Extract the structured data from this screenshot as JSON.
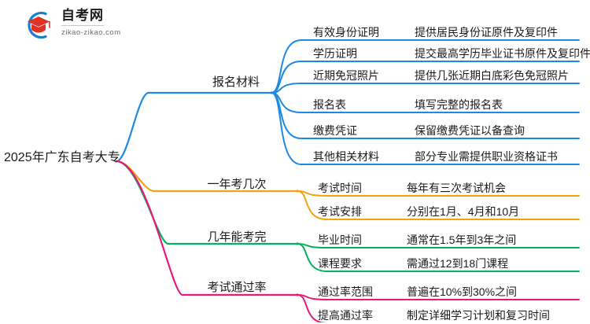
{
  "logo": {
    "name": "zikao-logo",
    "title": "自考网",
    "domain": "zikao-zikao.com",
    "mark_icon": "graduation-cap-icon",
    "ring_color": "#1A7FD4",
    "cap_color": "#E03127"
  },
  "root": {
    "label": "2025年广东自考大专"
  },
  "colors": {
    "blue": "#1E88E5",
    "orange": "#F2A30F",
    "green": "#00B259",
    "pink": "#E8197D"
  },
  "branches": [
    {
      "id": "registration-materials",
      "label": "报名材料",
      "color": "#1E88E5",
      "leaves": [
        {
          "key": "有效身份证明",
          "value": "提供居民身份证原件及复印件"
        },
        {
          "key": "学历证明",
          "value": "提交最高学历毕业证书原件及复印件"
        },
        {
          "key": "近期免冠照片",
          "value": "提供几张近期白底彩色免冠照片"
        },
        {
          "key": "报名表",
          "value": "填写完整的报名表"
        },
        {
          "key": "缴费凭证",
          "value": "保留缴费凭证以备查询"
        },
        {
          "key": "其他相关材料",
          "value": "部分专业需提供职业资格证书"
        }
      ]
    },
    {
      "id": "exams-per-year",
      "label": "一年考几次",
      "color": "#F2A30F",
      "leaves": [
        {
          "key": "考试时间",
          "value": "每年有三次考试机会"
        },
        {
          "key": "考试安排",
          "value": "分别在1月、4月和10月"
        }
      ]
    },
    {
      "id": "years-to-finish",
      "label": "几年能考完",
      "color": "#00B259",
      "leaves": [
        {
          "key": "毕业时间",
          "value": "通常在1.5年到3年之间"
        },
        {
          "key": "课程要求",
          "value": "需通过12到18门课程"
        }
      ]
    },
    {
      "id": "pass-rate",
      "label": "考试通过率",
      "color": "#E8197D",
      "leaves": [
        {
          "key": "通过率范围",
          "value": "普遍在10%到30%之间"
        },
        {
          "key": "提高通过率",
          "value": "制定详细学习计划和复习时间"
        }
      ]
    }
  ]
}
